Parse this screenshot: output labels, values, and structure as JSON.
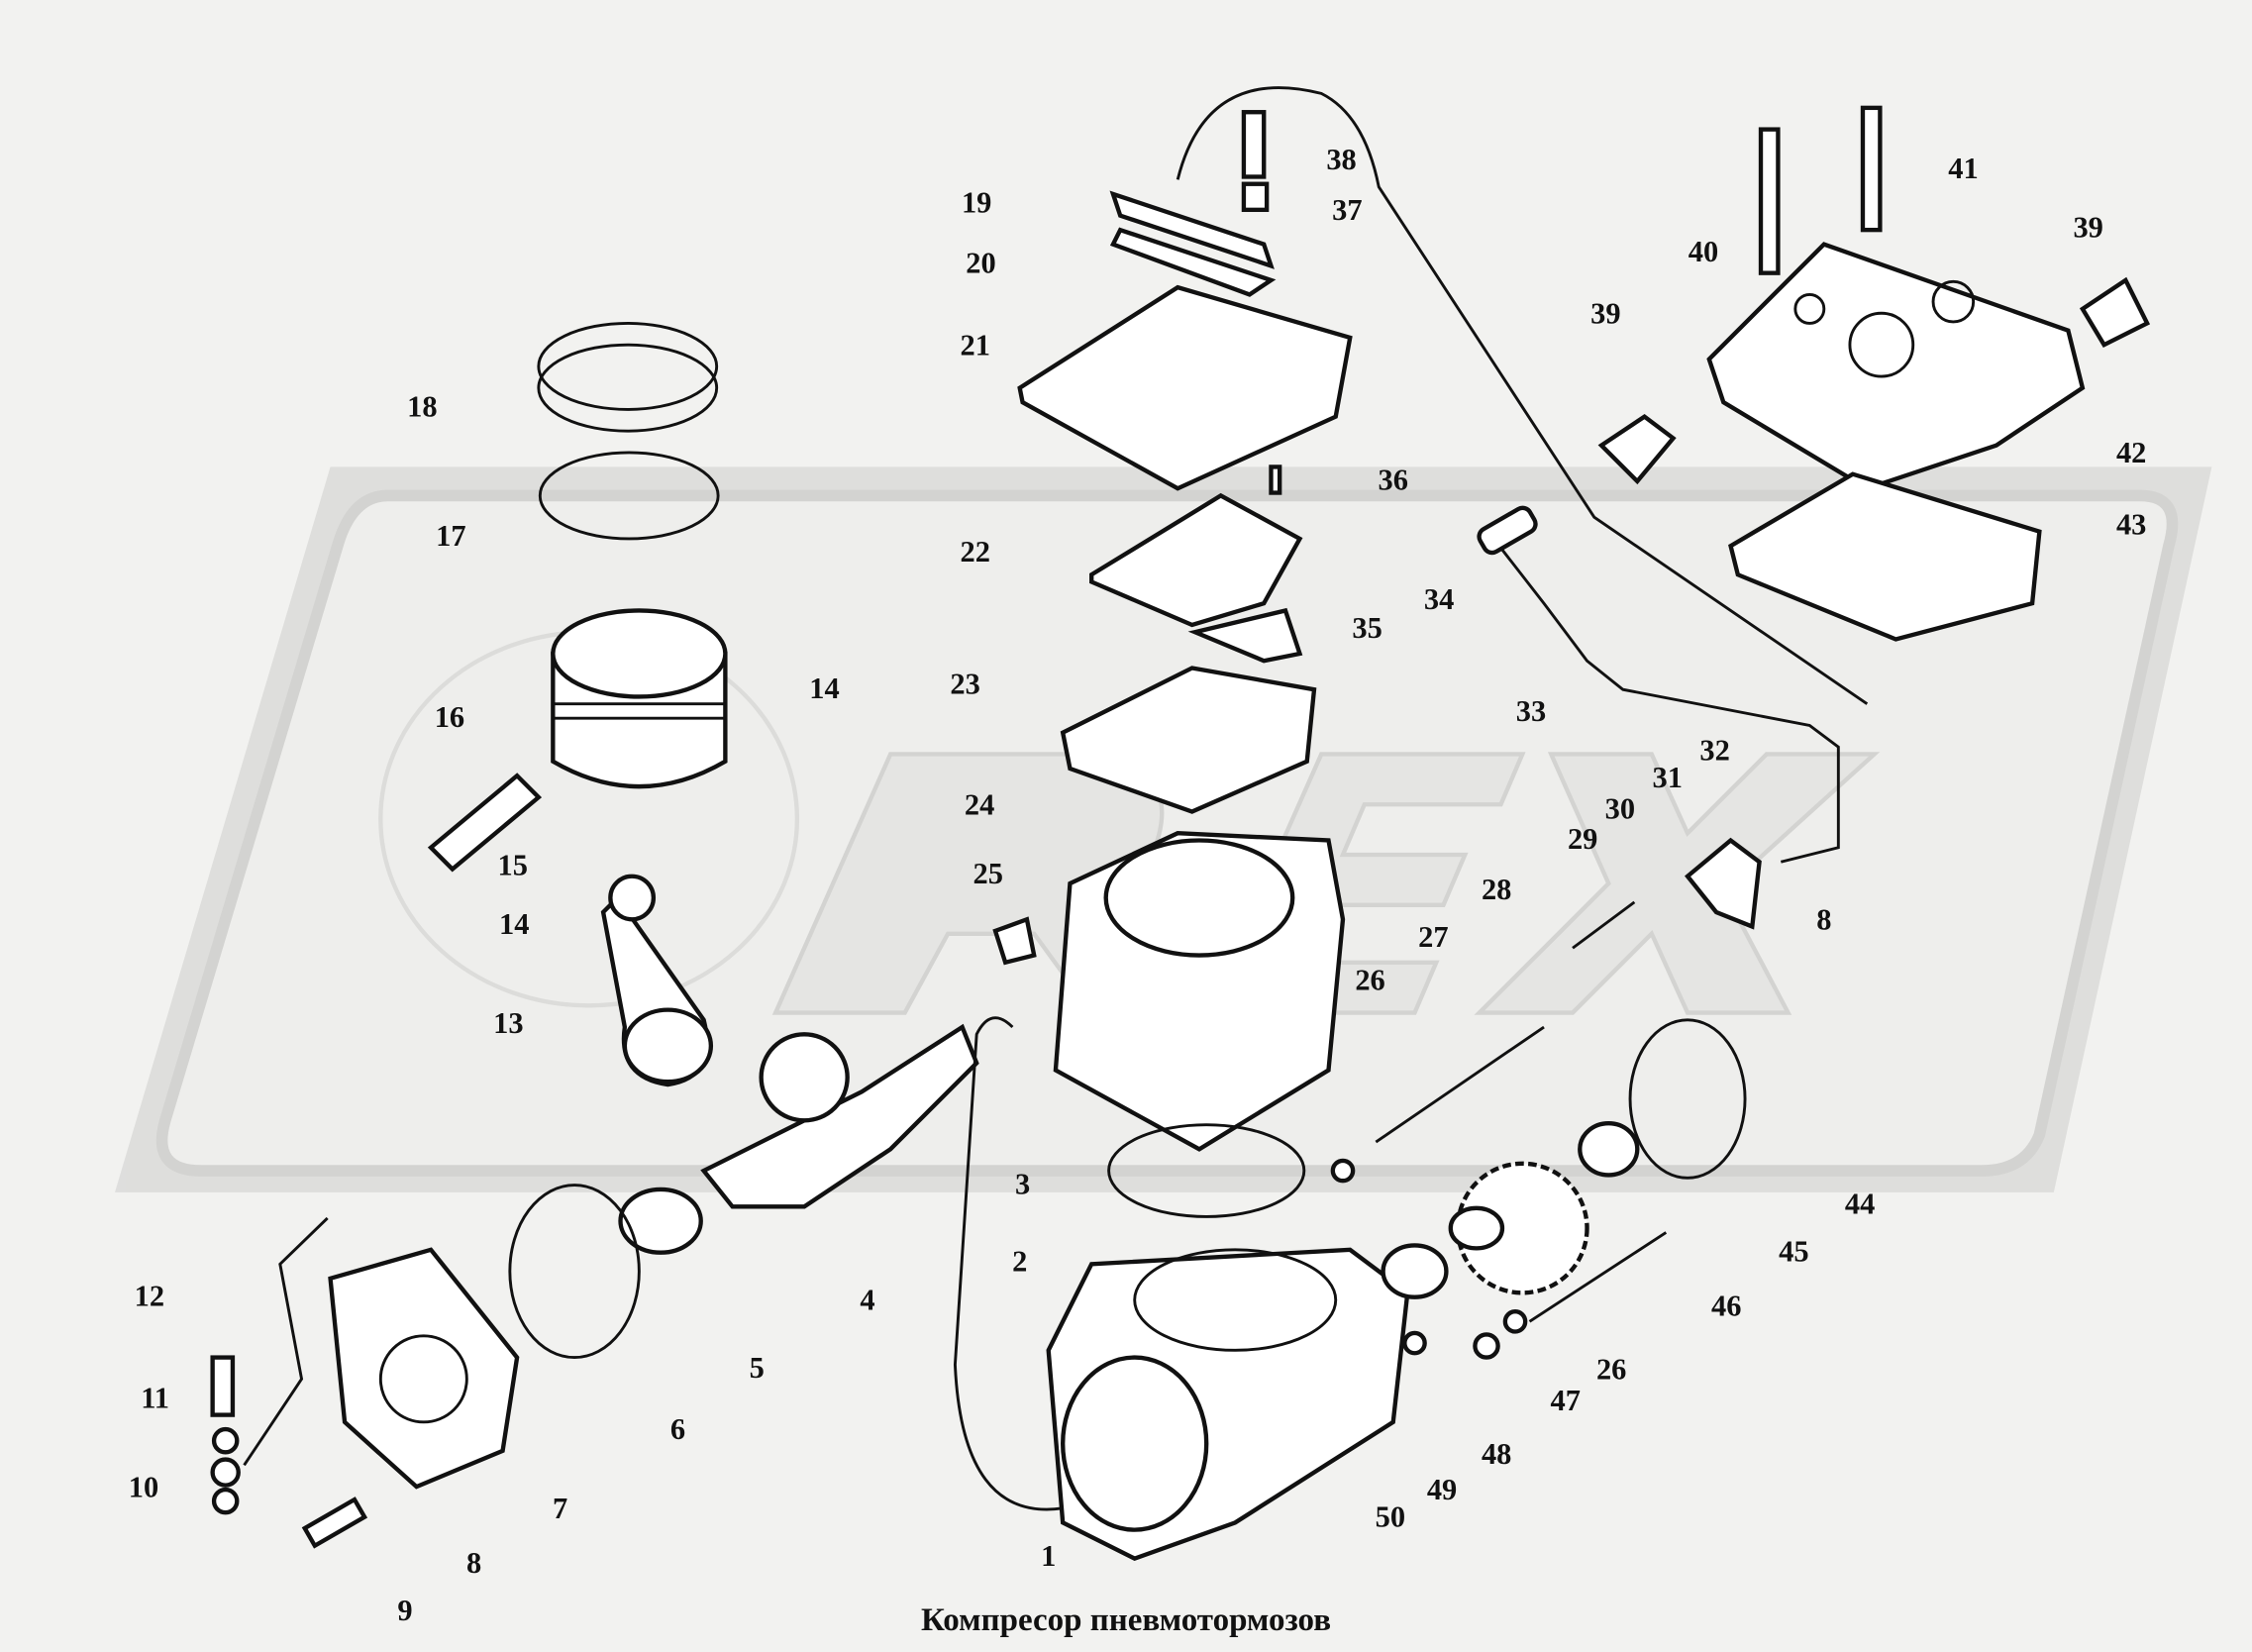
{
  "diagram": {
    "caption": "Компресор пневмотормозов",
    "watermark": "REX",
    "part_labels": [
      "1",
      "2",
      "3",
      "4",
      "5",
      "6",
      "7",
      "8",
      "9",
      "10",
      "11",
      "12",
      "13",
      "14",
      "15",
      "16",
      "17",
      "18",
      "19",
      "20",
      "21",
      "22",
      "23",
      "24",
      "25",
      "26",
      "27",
      "28",
      "29",
      "30",
      "31",
      "32",
      "33",
      "34",
      "35",
      "36",
      "37",
      "38",
      "39",
      "40",
      "41",
      "42",
      "43",
      "44",
      "45",
      "46",
      "47",
      "48",
      "49",
      "50",
      "14",
      "26",
      "39",
      "8"
    ]
  }
}
